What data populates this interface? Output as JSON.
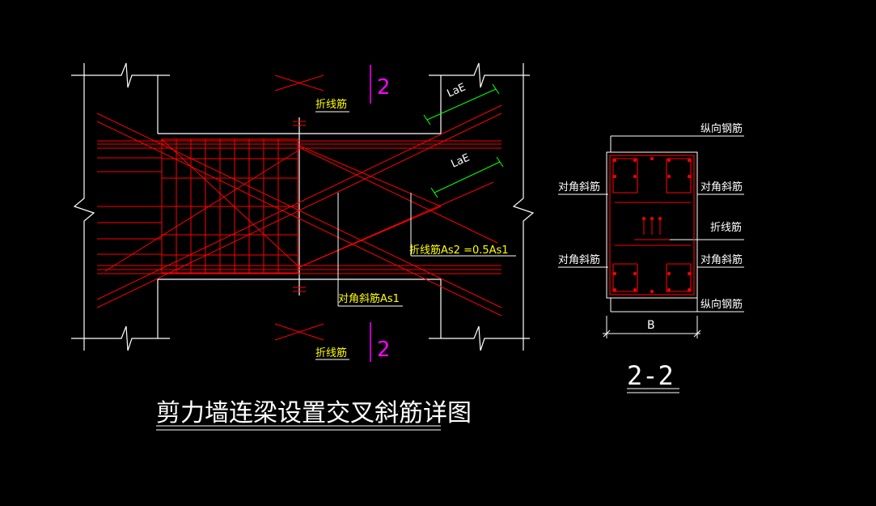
{
  "drawing": {
    "title": "剪力墙连梁设置交叉斜筋详图",
    "section_mark": "2",
    "section_title": "2-2",
    "labels": {
      "fold_bar": "折线筋",
      "lae": "LaE",
      "fold_bar_as2": "折线筋As2 =0.5As1",
      "diag_bar_as1": "对角斜筋As1",
      "longitudinal_bar": "纵向钢筋",
      "diagonal_bar": "对角斜筋",
      "width_b": "B"
    }
  },
  "colors": {
    "background": "#000000",
    "rebar": "#ff0000",
    "lines": "#ffffff",
    "leader_text": "#ffff00",
    "dimension": "#00ff00",
    "section_mark": "#ff00ff"
  }
}
